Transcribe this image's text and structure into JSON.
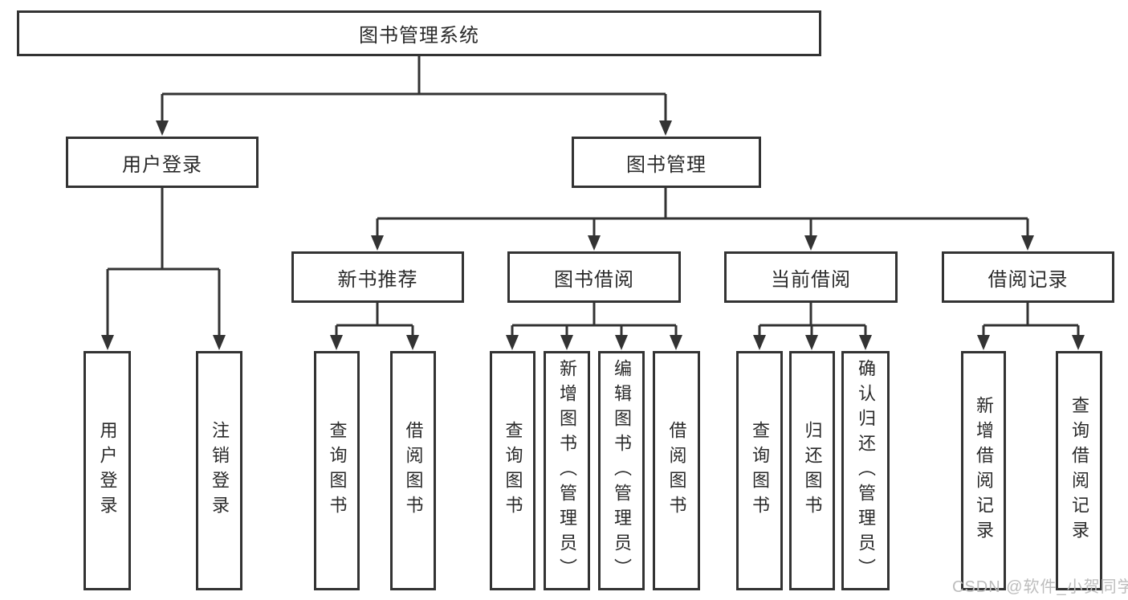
{
  "colors": {
    "line": "#333333",
    "text": "#2a2a2a",
    "box_background": "#ffffff",
    "page_background": "#ffffff",
    "watermark": "#bdbdbd"
  },
  "watermark": {
    "text": "CSDN @软件_小贺同学"
  },
  "tree": {
    "label": "图书管理系统",
    "children": [
      {
        "label": "用户登录",
        "children": [
          {
            "label": "用户登录"
          },
          {
            "label": "注销登录"
          }
        ]
      },
      {
        "label": "图书管理",
        "children": [
          {
            "label": "新书推荐",
            "children": [
              {
                "label": "查询图书"
              },
              {
                "label": "借阅图书"
              }
            ]
          },
          {
            "label": "图书借阅",
            "children": [
              {
                "label": "查询图书"
              },
              {
                "label": "新增图书（管理员）"
              },
              {
                "label": "编辑图书（管理员）"
              },
              {
                "label": "借阅图书"
              }
            ]
          },
          {
            "label": "当前借阅",
            "children": [
              {
                "label": "查询图书"
              },
              {
                "label": "归还图书"
              },
              {
                "label": "确认归还（管理员）"
              }
            ]
          },
          {
            "label": "借阅记录",
            "children": [
              {
                "label": "新增借阅记录"
              },
              {
                "label": "查询借阅记录"
              }
            ]
          }
        ]
      }
    ]
  }
}
